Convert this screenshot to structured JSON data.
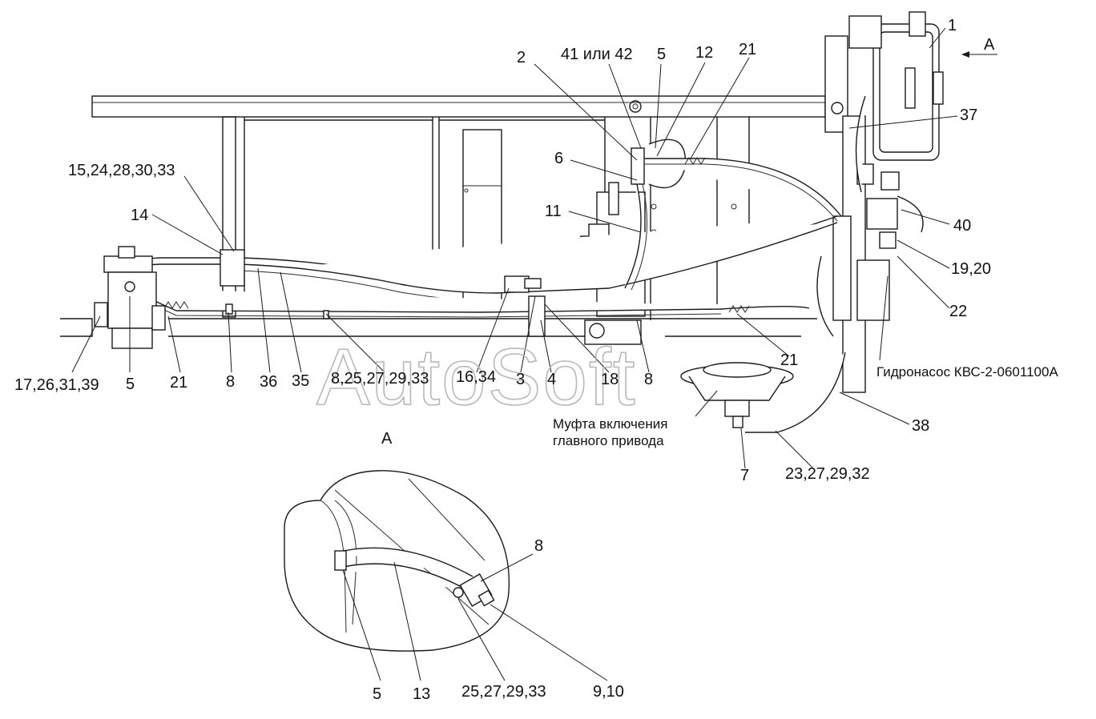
{
  "watermark": "AutoSoft",
  "view_label": "A",
  "view_arrow_label": "A",
  "callouts": {
    "c1": "1",
    "c2": "2",
    "c41_42": "41 или 42",
    "c5_top": "5",
    "c12": "12",
    "c21_top": "21",
    "c37": "37",
    "c6": "6",
    "c15_group": "15,24,28,30,33",
    "c14": "14",
    "c11": "11",
    "c40": "40",
    "c19_20": "19,20",
    "c22": "22",
    "c17_group": "17,26,31,39",
    "c5_left": "5",
    "c21_left": "21",
    "c8_left": "8",
    "c36": "36",
    "c35": "35",
    "c8_group": "8,25,27,29,33",
    "c16_34": "16,34",
    "c3": "3",
    "c4": "4",
    "c18": "18",
    "c8_mid": "8",
    "c21_right": "21",
    "pump": "Гидронасос КВС-2-0601100А",
    "clutch_line1": "Муфта включения",
    "clutch_line2": "главного привода",
    "c38": "38",
    "c7": "7",
    "c23_group": "23,27,29,32",
    "detail_8": "8",
    "detail_5": "5",
    "detail_13": "13",
    "detail_25_group": "25,27,29,33",
    "detail_9_10": "9,10"
  }
}
